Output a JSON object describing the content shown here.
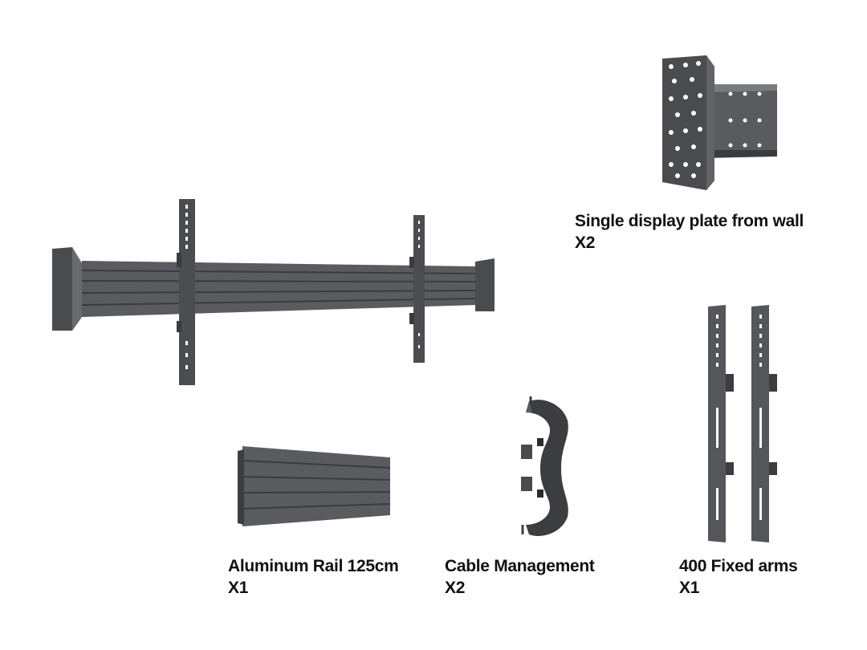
{
  "parts": [
    {
      "id": "wall-mount-assembly",
      "name": "",
      "quantity": ""
    },
    {
      "id": "display-plate",
      "name": "Single display plate from wall",
      "quantity": "X2"
    },
    {
      "id": "aluminum-rail",
      "name": "Aluminum Rail 125cm",
      "quantity": "X1"
    },
    {
      "id": "cable-management",
      "name": "Cable Management",
      "quantity": "X2"
    },
    {
      "id": "fixed-arms",
      "name": "400 Fixed arms",
      "quantity": "X1"
    }
  ],
  "colors": {
    "metal_dark": "#3c3d40",
    "metal_mid": "#58595c",
    "metal_light": "#7a7b7e",
    "hole": "#ffffff",
    "text": "#111111"
  }
}
